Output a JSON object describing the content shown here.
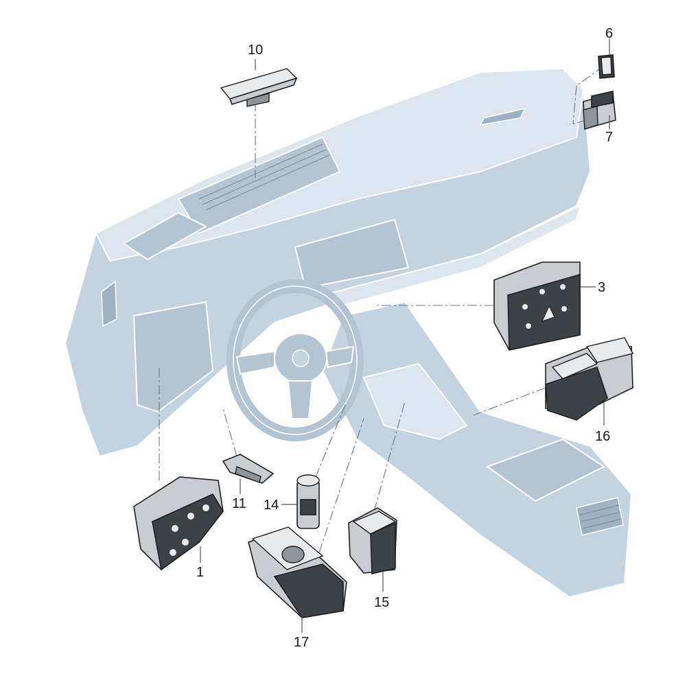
{
  "callouts": [
    {
      "id": "1",
      "label": "1"
    },
    {
      "id": "3",
      "label": "3"
    },
    {
      "id": "6",
      "label": "6"
    },
    {
      "id": "7",
      "label": "7"
    },
    {
      "id": "10",
      "label": "10"
    },
    {
      "id": "11",
      "label": "11"
    },
    {
      "id": "14",
      "label": "14"
    },
    {
      "id": "15",
      "label": "15"
    },
    {
      "id": "16",
      "label": "16"
    },
    {
      "id": "17",
      "label": "17"
    }
  ],
  "colors": {
    "dashboard": "#c4d3e0",
    "part": "#c9cdd1",
    "part_dark": "#3d4247",
    "outline": "#1e1e1e"
  }
}
